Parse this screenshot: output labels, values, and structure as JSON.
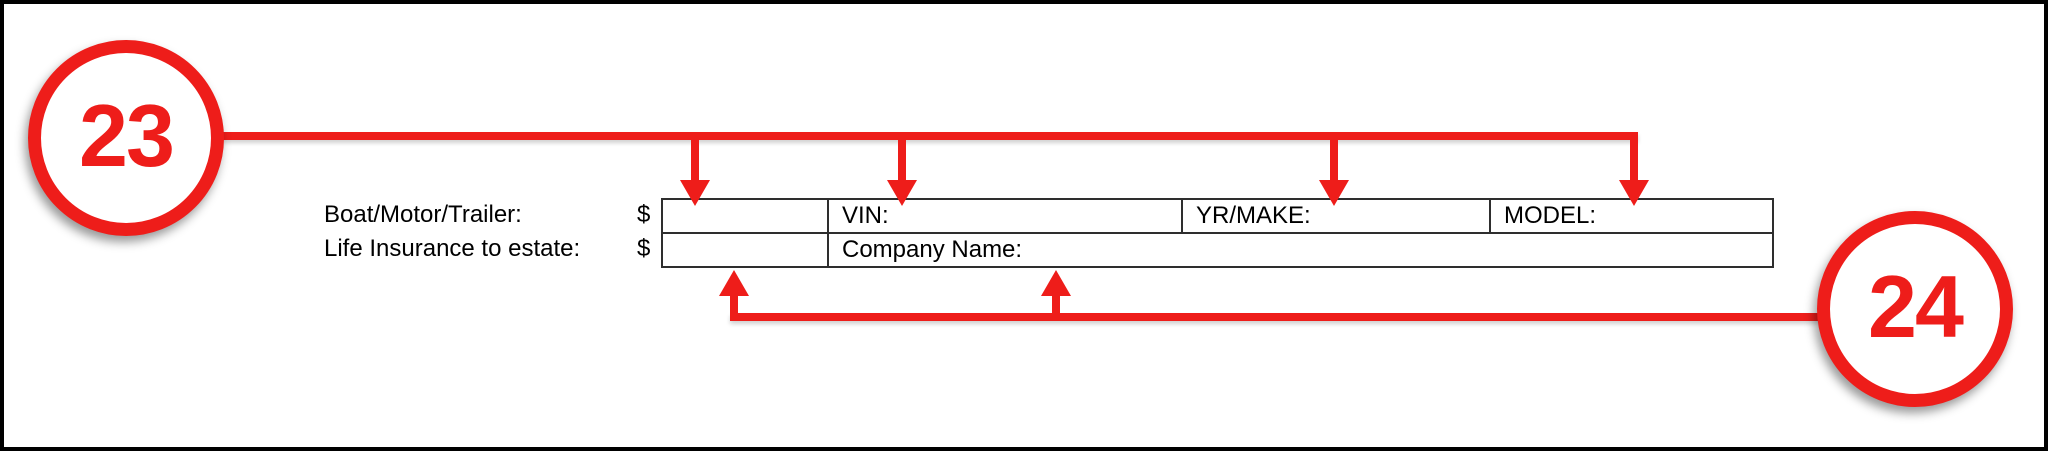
{
  "annotations": {
    "callout_23": {
      "number": "23"
    },
    "callout_24": {
      "number": "24"
    }
  },
  "form": {
    "row_labels": {
      "boat": "Boat/Motor/Trailer:",
      "life_insurance": "Life Insurance to estate:"
    },
    "currency_symbol": "$",
    "table": {
      "row1_cells": [
        "",
        "VIN:",
        "YR/MAKE:",
        "MODEL:"
      ],
      "row2_cells": [
        "",
        "Company Name:"
      ]
    }
  },
  "colors": {
    "accent_red": "#ee1d1a",
    "table_border": "#2e2e2e",
    "text": "#000000",
    "frame": "#000000",
    "background": "#ffffff"
  }
}
